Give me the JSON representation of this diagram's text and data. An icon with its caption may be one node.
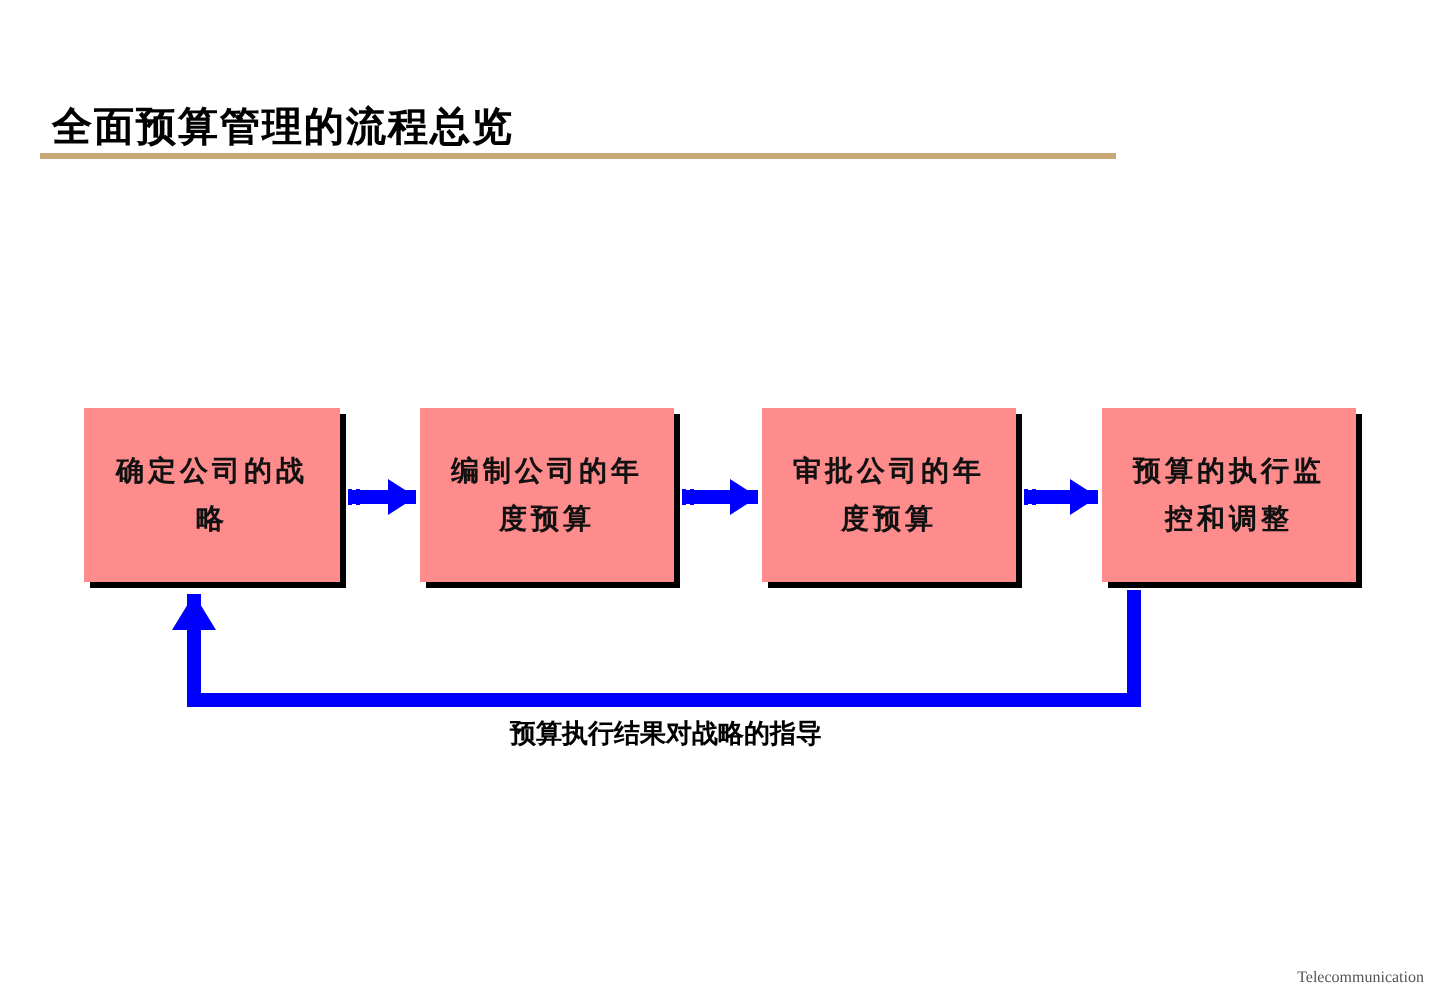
{
  "diagram": {
    "title": "全面预算管理的流程总览",
    "nodes": [
      {
        "text": [
          "确定公司的战略"
        ]
      },
      {
        "text": [
          "编制公司的年度预算"
        ]
      },
      {
        "text": [
          "审批公司的年度预算"
        ]
      },
      {
        "text": [
          "预算的执行监控和调整"
        ]
      }
    ],
    "edges": [
      {
        "from": 0,
        "to": 1,
        "arrow": "to"
      },
      {
        "from": 1,
        "to": 2,
        "arrow": "to"
      },
      {
        "from": 2,
        "to": 3,
        "arrow": "to"
      },
      {
        "from": 3,
        "to": 0,
        "arrow": "to",
        "label": "预算执行结果对战略的指导"
      }
    ],
    "labels": [
      "Telecommunication"
    ]
  }
}
